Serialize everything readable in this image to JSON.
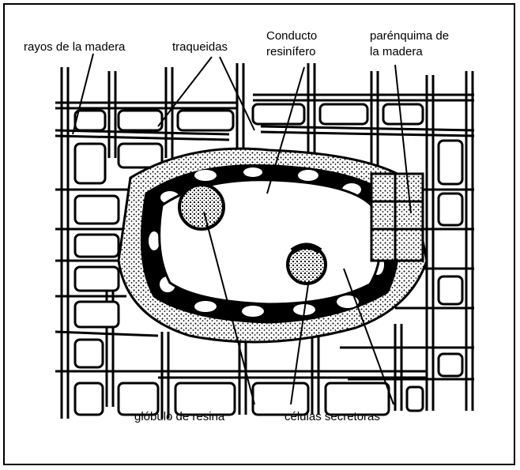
{
  "labels": {
    "wood_rays": "rayos de la madera",
    "tracheids": "traqueidas",
    "resin_duct_line1": "Conducto",
    "resin_duct_line2": "resinífero",
    "wood_parenchyma_line1": "parénquima de",
    "wood_parenchyma_line2": "la madera",
    "resin_globule": "glóbulo de resina",
    "secretory_cells": "células secretoras"
  },
  "colors": {
    "ink": "#000000",
    "paper": "#ffffff"
  }
}
